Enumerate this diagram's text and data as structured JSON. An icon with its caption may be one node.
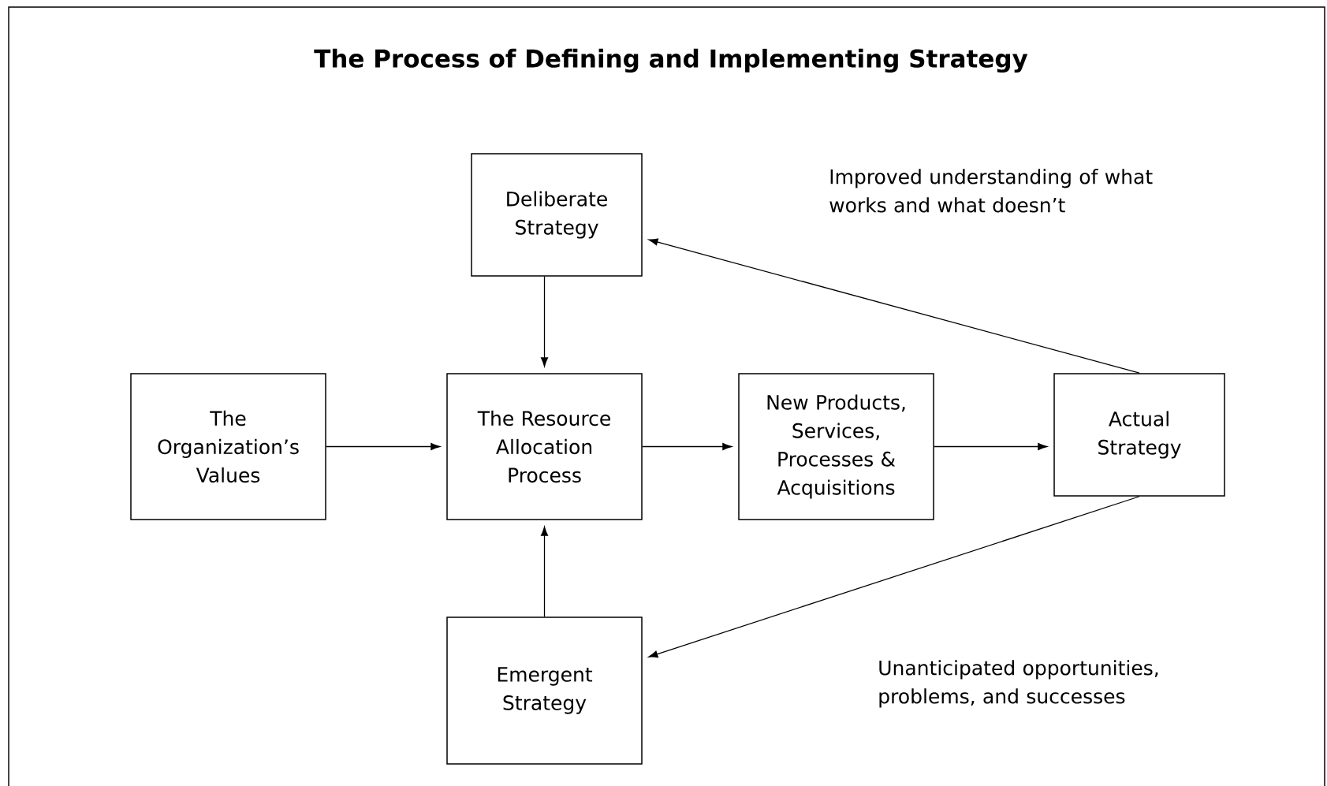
{
  "diagram": {
    "title": "The Process of Defining and Implementing Strategy",
    "nodes": [
      {
        "text": [
          "Deliberate Strategy"
        ]
      },
      {
        "text": [
          "The Organization’s Values"
        ]
      },
      {
        "text": [
          "The Resource Allocation Process"
        ]
      },
      {
        "text": [
          "New Products, Services, Processes & Acquisitions"
        ]
      },
      {
        "text": [
          "Actual Strategy"
        ]
      },
      {
        "text": [
          "Emergent Strategy"
        ]
      }
    ],
    "edges": [
      {
        "from": 0,
        "to": 2,
        "arrow": "to"
      },
      {
        "from": 1,
        "to": 2,
        "arrow": "to"
      },
      {
        "from": 2,
        "to": 3,
        "arrow": "to"
      },
      {
        "from": 3,
        "to": 4,
        "arrow": "to"
      },
      {
        "from": 4,
        "to": 0,
        "arrow": "to",
        "label": "Improved understanding of what works and what doesn’t"
      },
      {
        "from": 4,
        "to": 5,
        "arrow": "to",
        "label": "Unanticipated opportunities, problems, and successes"
      },
      {
        "from": 5,
        "to": 2,
        "arrow": "to"
      }
    ]
  }
}
